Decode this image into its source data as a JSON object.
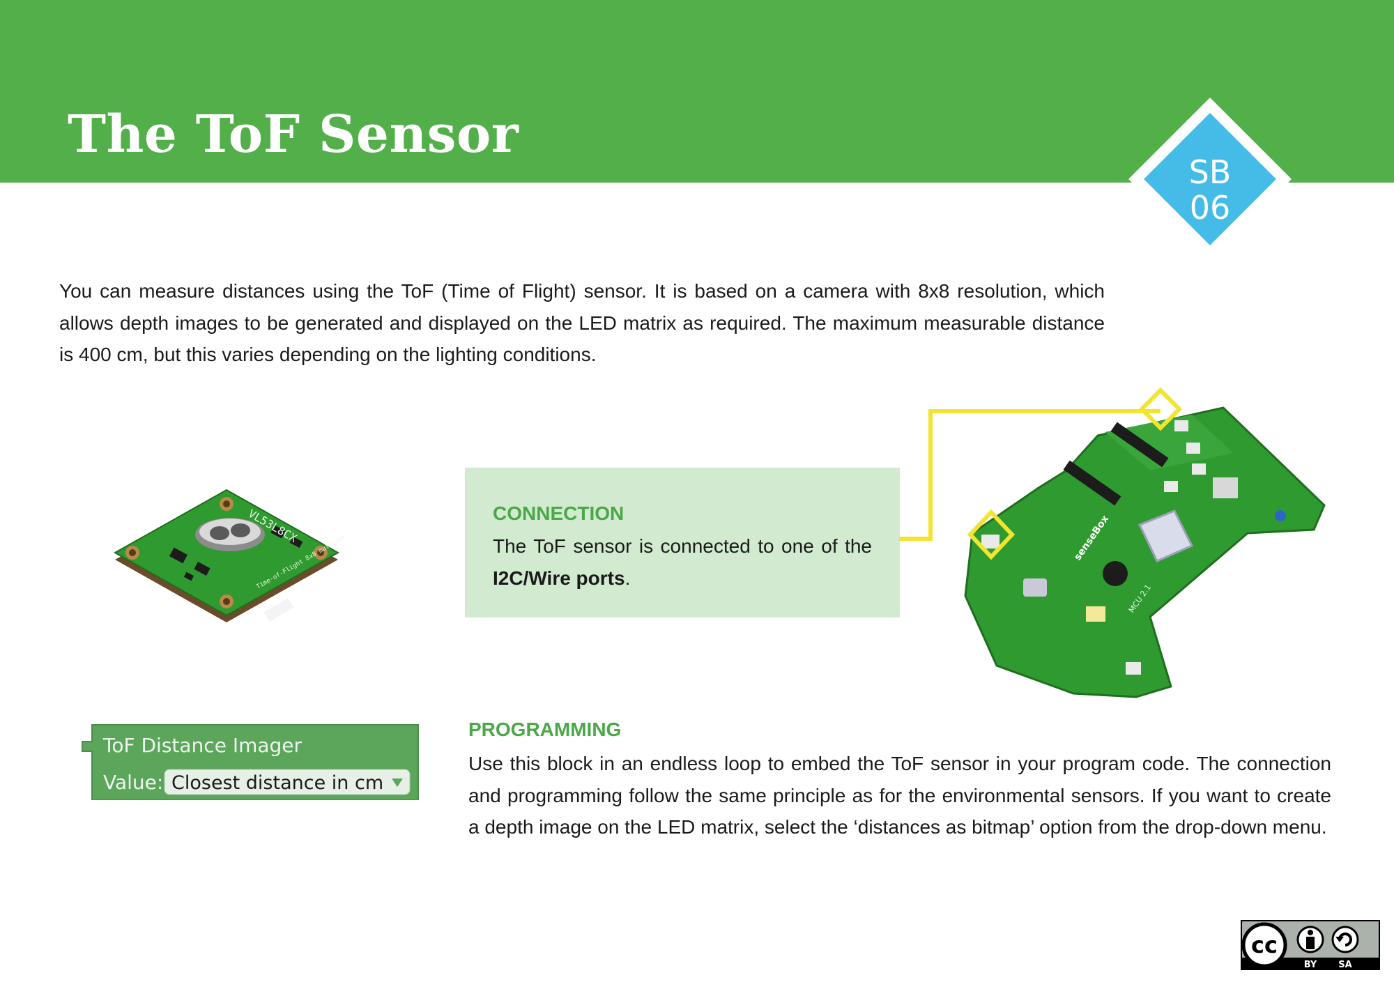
{
  "page": {
    "title": "The ToF Sensor",
    "badge": {
      "line1": "SB",
      "line2": "06"
    },
    "intro": "You can measure distances using the ToF (Time of Flight) sensor. It is based on a camera with 8x8 resolution, which allows depth images to be generated and displayed on the LED matrix as required. The maximum measurable distance is 400 cm, but this varies depending on the lighting conditions."
  },
  "sensor": {
    "chip_label": "VL53L8CX",
    "subtitle": "Time-of-Flight 8x8 multizone sensor"
  },
  "connection": {
    "heading": "CONNECTION",
    "text_before": "The ToF sensor is connected to one of the ",
    "text_bold": "I2C/Wire ports",
    "text_after": "."
  },
  "board": {
    "label": "senseBox",
    "model": "MCU 2.1"
  },
  "block": {
    "title": "ToF Distance Imager",
    "value_label": "Value:",
    "dropdown_value": "Closest distance in cm"
  },
  "programming": {
    "heading": "PROGRAMMING",
    "text": "Use this block in an endless loop to embed the ToF sensor in your program code. The connection and programming follow the same principle as for the environmental sensors. If you want to create a depth image on the LED matrix, select the ‘distances as bitmap’ option from the drop-down menu."
  },
  "license": {
    "cc": "cc",
    "by": "BY",
    "sa": "SA"
  },
  "colors": {
    "header_green": "#52af4a",
    "heading_green": "#4aa847",
    "badge_blue": "#45bbe8",
    "connection_bg": "#d2ead0",
    "highlight_yellow": "#f2e531",
    "pcb_green": "#2f9a2f",
    "block_green": "#5ba65b"
  }
}
